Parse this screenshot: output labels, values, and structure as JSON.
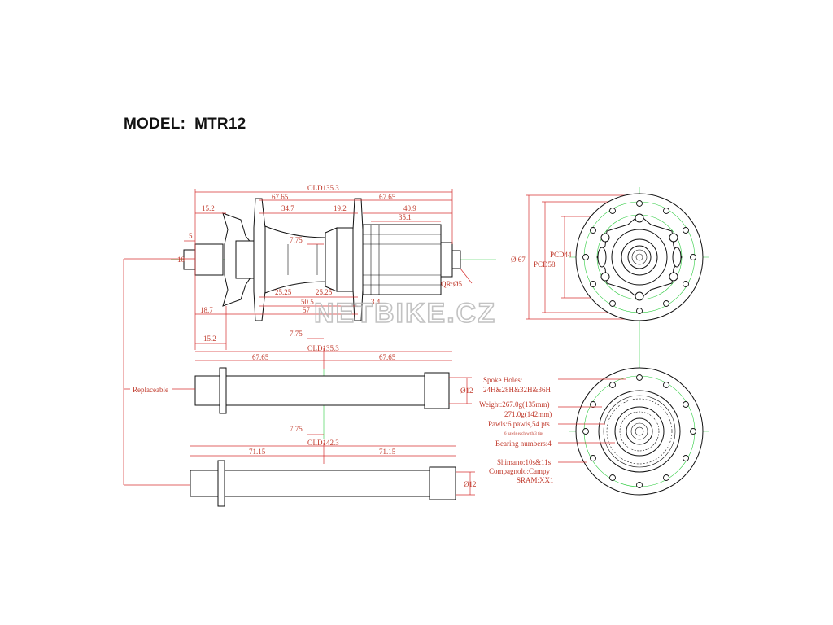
{
  "model_title": "MODEL:  MTR12",
  "watermark": "NETBIKE.CZ",
  "side_view": {
    "old": "OLD135.3",
    "left_flange": "67.65",
    "right_flange": "67.65",
    "left_end": "15.2",
    "center_left": "34.7",
    "center_right": "19.2",
    "freehub": "40.9",
    "freehub_body": "35.1",
    "axle_small": "5",
    "axle_d": "10",
    "qr": "QR:Ø5",
    "spacer": "7.75",
    "flange_left": "25.25",
    "flange_right": "25.25",
    "flange_total": "50.5",
    "pcd_total": "57",
    "right_offset": "3.4",
    "disk_offset": "18.7",
    "bottom_end": "15.2",
    "bottom_spacer": "7.75"
  },
  "axle_135": {
    "old": "OLD135.3",
    "left": "67.65",
    "right": "67.65",
    "diameter": "Ø12",
    "spacer": "7.75"
  },
  "axle_142": {
    "old": "OLD142.3",
    "left": "71.15",
    "right": "71.15",
    "diameter": "Ø12"
  },
  "replaceable_label": "Replaceable",
  "front_view": {
    "diameter": "Ø 67",
    "pcd44": "PCD44",
    "pcd58": "PCD58"
  },
  "specs": {
    "spoke_holes_label": "Spoke Holes:",
    "spoke_holes": "24H&28H&32H&36H",
    "weight_1": "Weight:267.0g(135mm)",
    "weight_2": "271.0g(142mm)",
    "pawls": "Pawls:6 pawls,54 pts",
    "pawls_note": "6 pawls each with 3 tips",
    "bearings": "Bearing numbers:4",
    "shimano": "Shimano:10s&11s",
    "campagnolo": "Compagnolo:Campy",
    "sram": "SRAM:XX1"
  },
  "colors": {
    "dimension": "#d63030",
    "centerline": "#2ecc40",
    "outline": "#111111"
  }
}
